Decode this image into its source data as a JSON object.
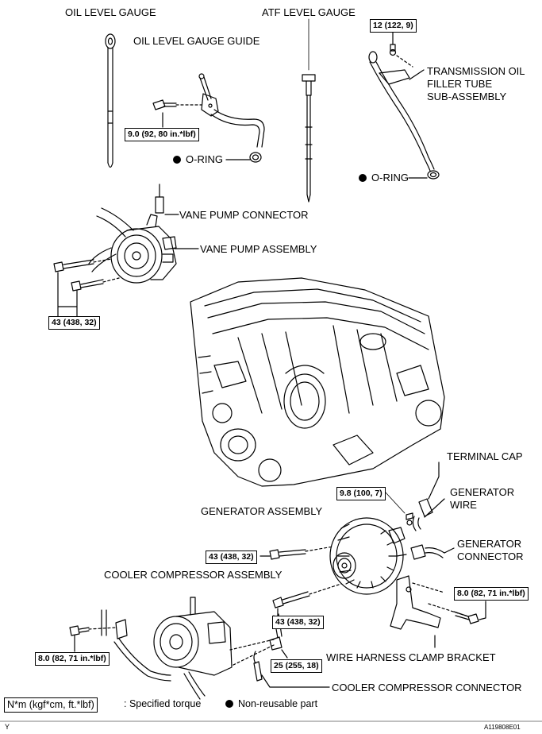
{
  "labels": {
    "oil_level_gauge": "OIL LEVEL GAUGE",
    "oil_level_gauge_guide": "OIL LEVEL GAUGE GUIDE",
    "atf_level_gauge": "ATF LEVEL GAUGE",
    "transmission_oil_filler_tube": [
      "TRANSMISSION OIL",
      "FILLER TUBE",
      "SUB-ASSEMBLY"
    ],
    "o_ring": "O-RING",
    "vane_pump_connector": "VANE PUMP CONNECTOR",
    "vane_pump_assembly": "VANE PUMP ASSEMBLY",
    "terminal_cap": "TERMINAL CAP",
    "generator_wire": [
      "GENERATOR",
      "WIRE"
    ],
    "generator_assembly": "GENERATOR ASSEMBLY",
    "generator_connector": [
      "GENERATOR",
      "CONNECTOR"
    ],
    "cooler_compressor_assembly": "COOLER COMPRESSOR ASSEMBLY",
    "wire_harness_clamp_bracket": "WIRE HARNESS CLAMP BRACKET",
    "cooler_compressor_connector": "COOLER COMPRESSOR CONNECTOR"
  },
  "torques": {
    "filler_tube_bolt": "12 (122, 9)",
    "gauge_guide_bolt": "9.0 (92, 80 in.*lbf)",
    "vane_pump_bolts": "43 (438, 32)",
    "terminal_nut": "9.8 (100, 7)",
    "generator_upper_bolt": "43 (438, 32)",
    "generator_lower_bolt": "43 (438, 32)",
    "clamp_bracket_bolt": "8.0 (82, 71 in.*lbf)",
    "compressor_bracket_bolt": "8.0 (82, 71 in.*lbf)",
    "compressor_bolt": "25 (255, 18)"
  },
  "legend": {
    "torque_key": "N*m (kgf*cm, ft.*lbf)",
    "torque_text": ": Specified torque",
    "non_reusable_text": "Non-reusable part"
  },
  "footer": {
    "corner_mark": "Y",
    "figure_id": "A119808E01"
  }
}
